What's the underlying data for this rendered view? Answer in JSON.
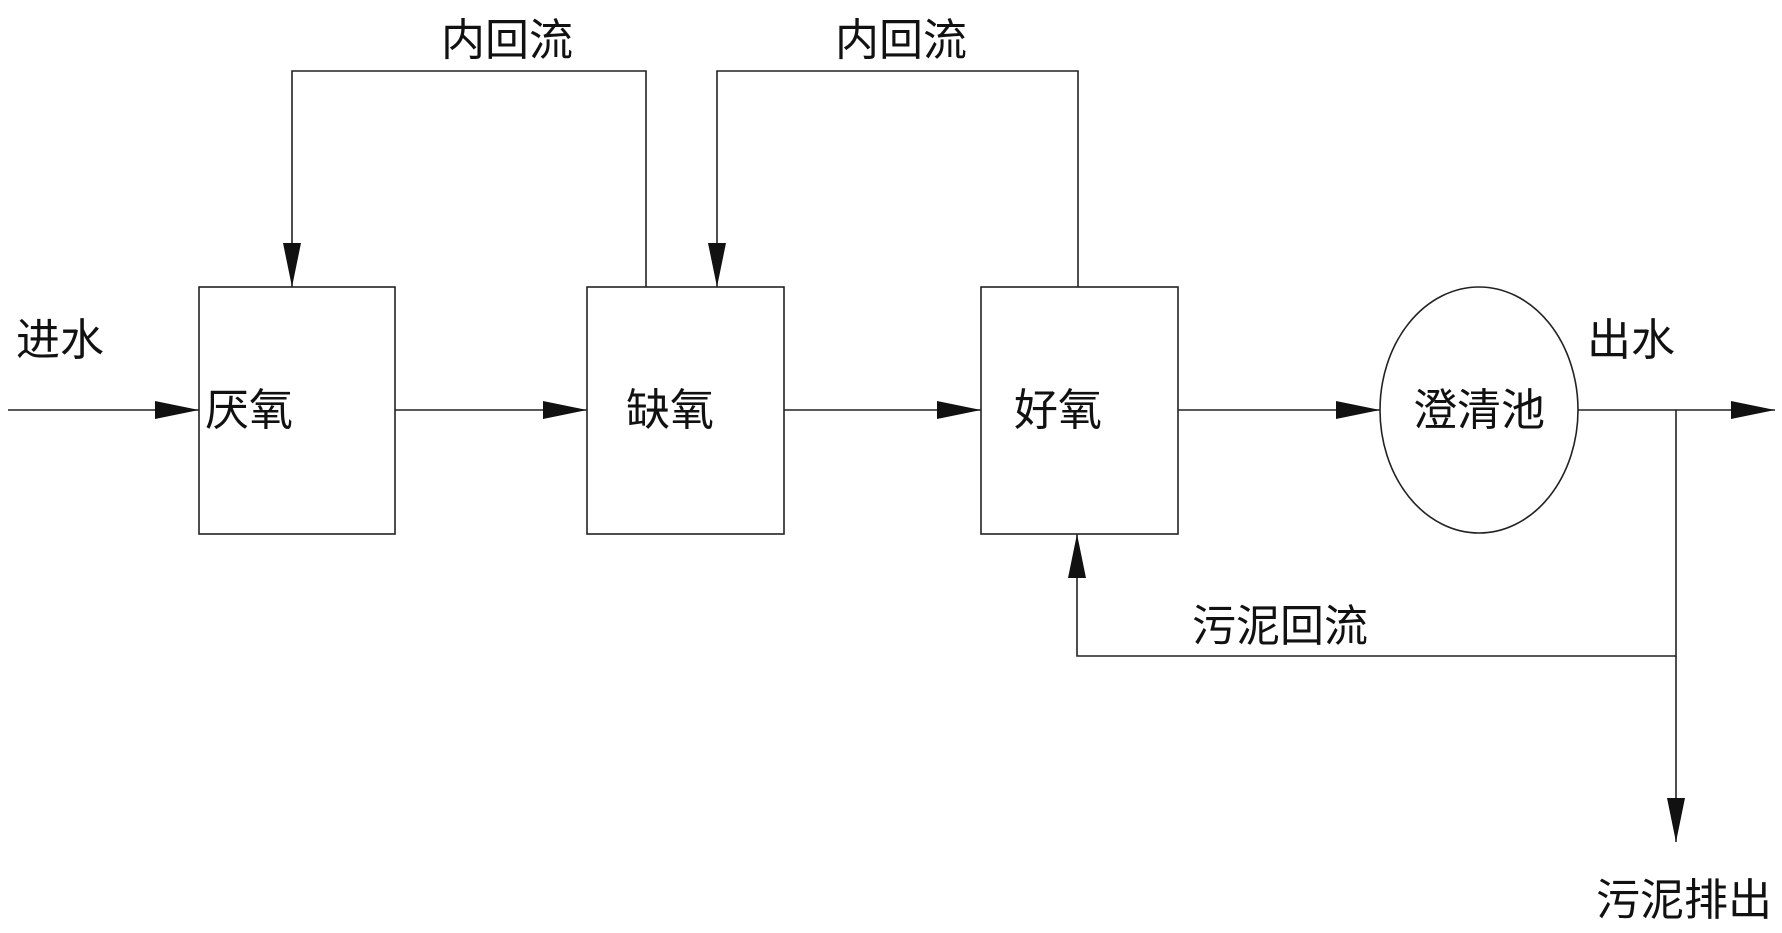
{
  "diagram": {
    "labels": {
      "inflow": "进水",
      "outflow": "出水",
      "recycle_1": "内回流",
      "recycle_2": "内回流",
      "sludge_return": "污泥回流",
      "sludge_discharge": "污泥排出"
    },
    "units": {
      "anaerobic": "厌氧",
      "anoxic": "缺氧",
      "aerobic": "好氧",
      "clarifier": "澄清池"
    }
  }
}
